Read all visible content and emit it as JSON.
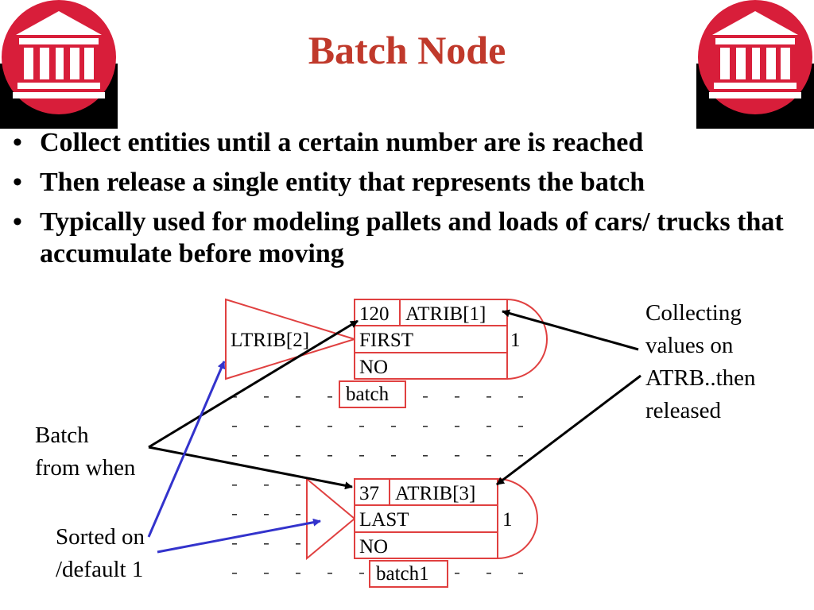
{
  "slide": {
    "title": "Batch Node",
    "bullets": [
      "Collect entities until a certain number are is reached",
      "Then release a single entity that represents the batch",
      "Typically used for modeling pallets and loads of cars/ trucks that accumulate before moving"
    ]
  },
  "icons": {
    "logo": "bank-building-icon"
  },
  "colors": {
    "title": "#c0392b",
    "logo_red": "#d81e3a",
    "node_outline": "#e04040",
    "arrow_blue": "#3333cc"
  },
  "node1": {
    "triangle_label": "LTRIB[2]",
    "count": "120",
    "attribute": "ATRIB[1]",
    "rule": "FIRST",
    "flag": "NO",
    "output_count": "1",
    "label": "batch"
  },
  "node2": {
    "count": "37",
    "attribute": "ATRIB[3]",
    "rule": "LAST",
    "flag": "NO",
    "output_count": "1",
    "label": "batch1"
  },
  "annotations": {
    "collecting": [
      "Collecting",
      "values on",
      "ATRB..then",
      "released"
    ],
    "batch_from": [
      "Batch",
      "from when"
    ],
    "sorted_on": [
      "Sorted on",
      "/default 1"
    ]
  }
}
